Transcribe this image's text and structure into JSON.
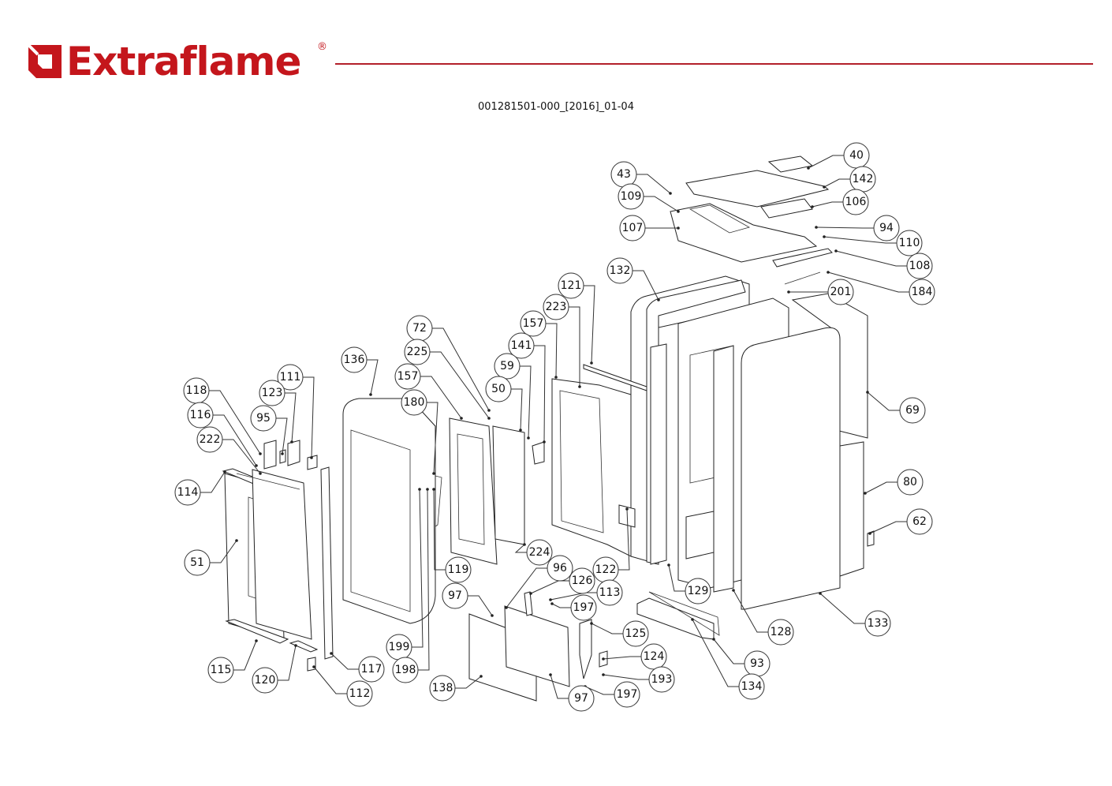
{
  "header": {
    "brand": "Extraflame",
    "registered_mark": "®",
    "document_code": "001281501-000_[2016]_01-04",
    "brand_color": "#c4161c",
    "rule_color": "#b3202a"
  },
  "diagram": {
    "type": "exploded-parts-view",
    "callouts": [
      "40",
      "142",
      "43",
      "109",
      "106",
      "107",
      "94",
      "110",
      "108",
      "132",
      "184",
      "201",
      "121",
      "223",
      "157",
      "72",
      "225",
      "141",
      "59",
      "136",
      "157",
      "50",
      "180",
      "111",
      "118",
      "123",
      "116",
      "95",
      "222",
      "114",
      "51",
      "69",
      "80",
      "62",
      "224",
      "96",
      "126",
      "119",
      "122",
      "113",
      "197",
      "97",
      "125",
      "129",
      "128",
      "133",
      "124",
      "193",
      "199",
      "115",
      "117",
      "93",
      "120",
      "198",
      "134",
      "138",
      "97",
      "197",
      "112"
    ]
  }
}
